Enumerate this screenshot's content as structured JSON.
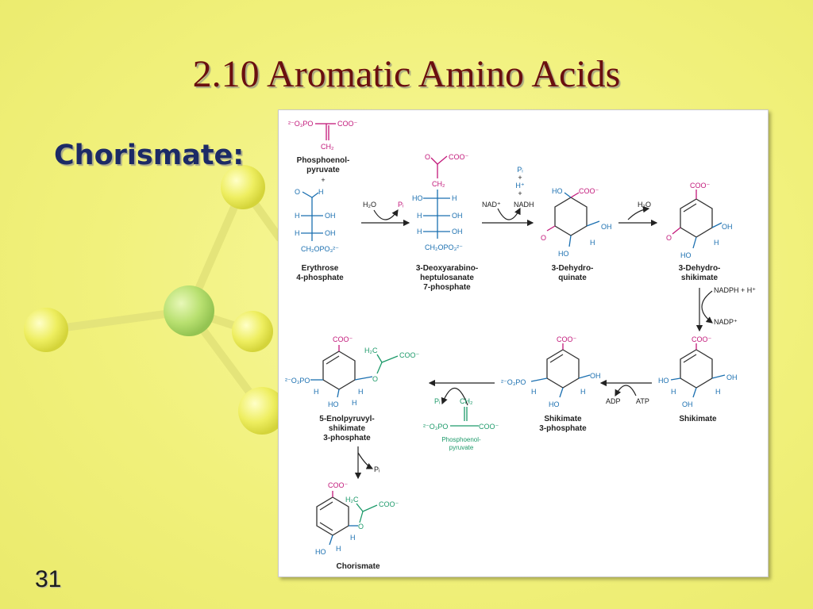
{
  "title": "2.10 Aromatic Amino Acids",
  "subtitle": "Chorismate:",
  "page_number": "31",
  "colors": {
    "title": "#6a0f0f",
    "subtitle": "#1c2a66",
    "pep": "#c2187a",
    "erythrose": "#1a6fb0",
    "green": "#1d9a6a"
  },
  "pathway": {
    "pep_groups": {
      "phosphate": "²⁻O₃PO",
      "coo": "COO⁻",
      "ch2": "CH₂"
    },
    "pep_label": [
      "Phosphoenol-",
      "pyruvate"
    ],
    "plus": "+",
    "erythrose_groups": {
      "o": "O",
      "h": "H",
      "oh": "OH",
      "ch2opo3": "CH₂OPO₃²⁻"
    },
    "erythrose_label": [
      "Erythrose",
      "4-phosphate"
    ],
    "step1": {
      "left": "H₂O",
      "right": "Pᵢ"
    },
    "dahp_groups": {
      "o": "O",
      "coo": "COO⁻",
      "ch2": "CH₂",
      "ho": "HO",
      "h": "H",
      "oh": "OH",
      "ch2opo3": "CH₂OPO₃²⁻"
    },
    "dahp_label": [
      "3-Deoxyarabino-",
      "heptulosanate",
      "7-phosphate"
    ],
    "step2": {
      "above": [
        "Pᵢ",
        "+",
        "H⁺",
        "+"
      ],
      "left": "NAD⁺",
      "right": "NADH"
    },
    "dhq_groups": {
      "ho": "HO",
      "coo": "COO⁻",
      "o": "O",
      "oh": "OH",
      "h": "H"
    },
    "dhq_label": [
      "3-Dehydro-",
      "quinate"
    ],
    "step3": {
      "right": "H₂O"
    },
    "dhs_groups": {
      "coo": "COO⁻",
      "o": "O",
      "oh": "OH",
      "ho": "HO",
      "h": "H"
    },
    "dhs_label": [
      "3-Dehydro-",
      "shikimate"
    ],
    "step4": {
      "top": "NADPH + H⁺",
      "bottom": "NADP⁺"
    },
    "shikimate_groups": {
      "coo": "COO⁻",
      "ho": "HO",
      "oh": "OH",
      "h": "H"
    },
    "shikimate_label": "Shikimate",
    "step5": {
      "left": "ADP",
      "right": "ATP"
    },
    "s3p_groups": {
      "coo": "COO⁻",
      "phosphate": "²⁻O₃PO",
      "oh": "OH",
      "ho": "HO",
      "h": "H"
    },
    "s3p_label": [
      "Shikimate",
      "3-phosphate"
    ],
    "step6": {
      "left": "Pᵢ",
      "right": "CH₂",
      "pep_phosphate": "²⁻O₃PO",
      "pep_coo": "COO⁻",
      "pep_label": [
        "Phosphoenol-",
        "pyruvate"
      ]
    },
    "epsp_groups": {
      "coo": "COO⁻",
      "h2c": "H₂C",
      "coo2": "COO⁻",
      "phosphate": "²⁻O₃PO",
      "o": "O",
      "ho": "HO",
      "h": "H"
    },
    "epsp_label": [
      "5-Enolpyruvyl-",
      "shikimate",
      "3-phosphate"
    ],
    "step7": {
      "right": "Pᵢ"
    },
    "chorismate_groups": {
      "coo": "COO⁻",
      "h2c": "H₂C",
      "coo2": "COO⁻",
      "o": "O",
      "ho": "HO",
      "h": "H"
    },
    "chorismate_label": "Chorismate"
  }
}
